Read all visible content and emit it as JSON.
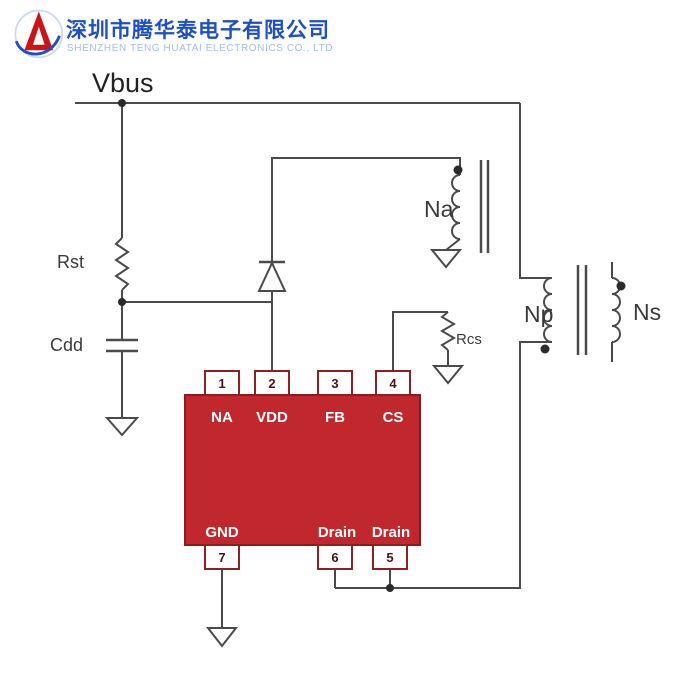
{
  "header": {
    "company_name_cn": "深圳市腾华泰电子有限公司",
    "company_name_en": "SHENZHEN TENG HUATAI ELECTRONICS CO., LTD",
    "brand_blue": "#1d50c8",
    "logo_red": "#cc1417"
  },
  "schematic": {
    "wire_color": "#4a4a4a",
    "labels": {
      "vbus": "Vbus",
      "rst": "Rst",
      "cdd": "Cdd",
      "na": "Na",
      "np": "Np",
      "ns": "Ns",
      "rcs": "Rcs"
    },
    "ic": {
      "body_color": "#c0282d",
      "top_pins": [
        {
          "number": "1",
          "label": "NA"
        },
        {
          "number": "2",
          "label": "VDD"
        },
        {
          "number": "3",
          "label": "FB"
        },
        {
          "number": "4",
          "label": "CS"
        }
      ],
      "bottom_pins": [
        {
          "number": "7",
          "label": "GND"
        },
        {
          "number": "6",
          "label": "Drain"
        },
        {
          "number": "5",
          "label": "Drain"
        }
      ]
    }
  }
}
